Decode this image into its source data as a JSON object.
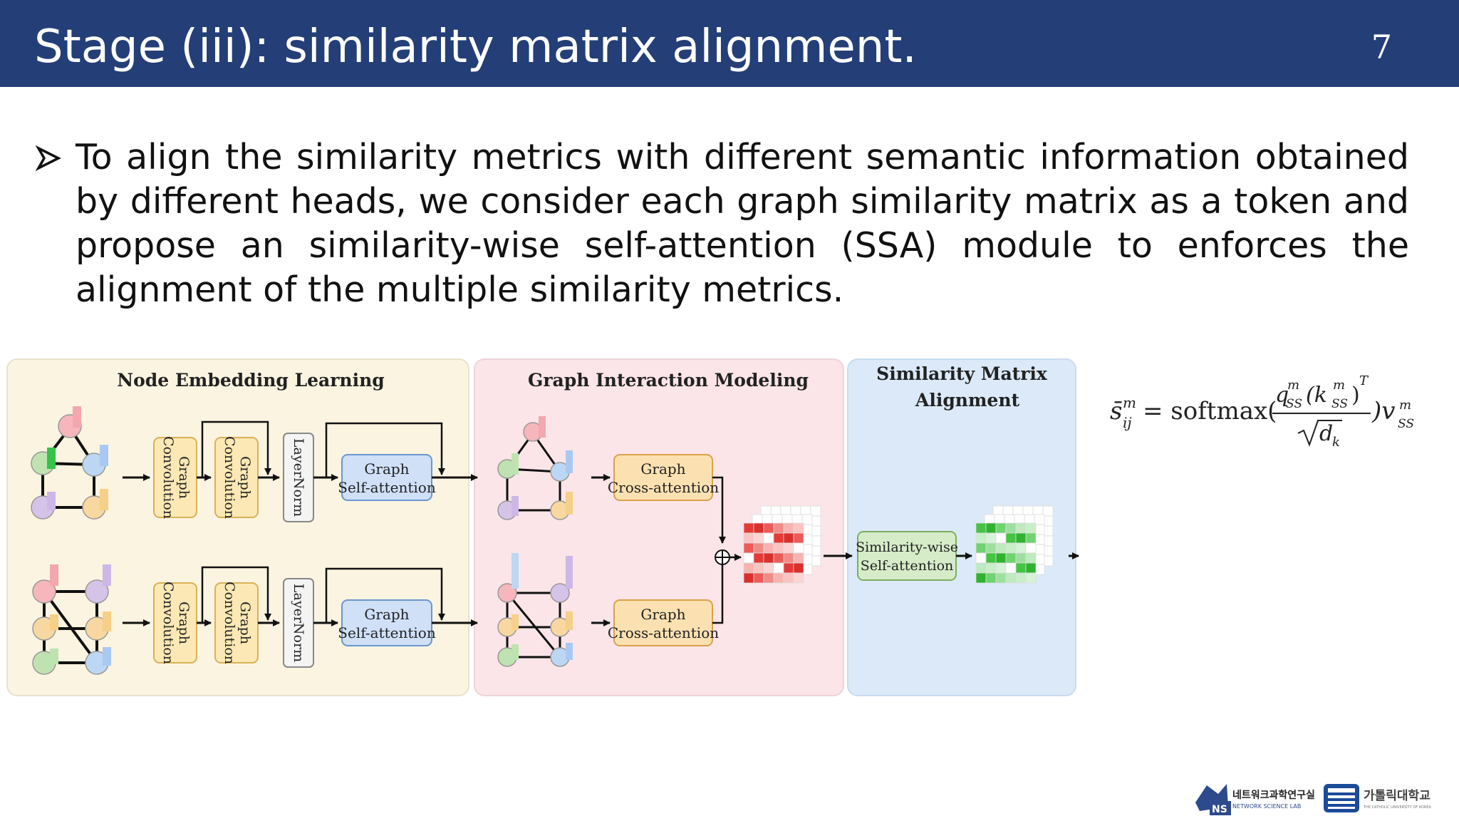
{
  "slide": {
    "title": "Stage (iii): similarity matrix alignment.",
    "page_number": "7",
    "bullet_icon": "arrow-bullet-icon",
    "bullet_text": "To align the similarity metrics with different semantic information obtained by different heads, we consider each graph similarity matrix as a token and propose an similarity-wise self-attention (SSA) module to enforces the alignment of the multiple similarity metrics."
  },
  "diagram": {
    "colors": {
      "panel_node": "#fbf4e1",
      "panel_interaction": "#fbe5e8",
      "panel_alignment": "#dbe9f8",
      "graph_conv_box": "#fbe8b4",
      "self_attn_box": "#cfe0f7",
      "cross_attn_box": "#fbe1b1",
      "ssa_box": "#d6ecc8",
      "matrix_red": "#e53935",
      "matrix_green": "#43c443"
    },
    "panels": {
      "node_title": "Node Embedding Learning",
      "interaction_title": "Graph Interaction Modeling",
      "alignment_title_line1": "Similarity Matrix",
      "alignment_title_line2": "Alignment"
    },
    "blocks": {
      "gc_line1": "Graph",
      "gc_line2": "Convolution",
      "layernorm": "LayerNorm",
      "sa_line1": "Graph",
      "sa_line2": "Self-attention",
      "ca_line1": "Graph",
      "ca_line2": "Cross-attention",
      "ssa_line1": "Similarity-wise",
      "ssa_line2": "Self-attention"
    },
    "icons": [
      "plus-circle-icon",
      "graph-icon",
      "heatmap-icon"
    ]
  },
  "formula": {
    "lhs": "s̄",
    "lhs_sup": "m",
    "lhs_sub": "ij",
    "equals_softmax": "= softmax(",
    "num_q": "q",
    "num_q_sub": "SS",
    "num_q_sup": "m",
    "num_k": "(k",
    "num_k_sub": "SS",
    "num_k_sup": "m",
    "num_close": ")",
    "num_T": "T",
    "den": "d",
    "den_sub": "k",
    "rhs": ")v",
    "rhs_sub": "SS",
    "rhs_sup": "m"
  },
  "footer": {
    "lab_badge": "NS",
    "lab_name_kr": "네트워크과학연구실",
    "lab_name_en": "NETWORK SCIENCE LAB",
    "univ_name_kr": "가톨릭대학교",
    "univ_name_en": "THE CATHOLIC UNIVERSITY OF KOREA"
  }
}
